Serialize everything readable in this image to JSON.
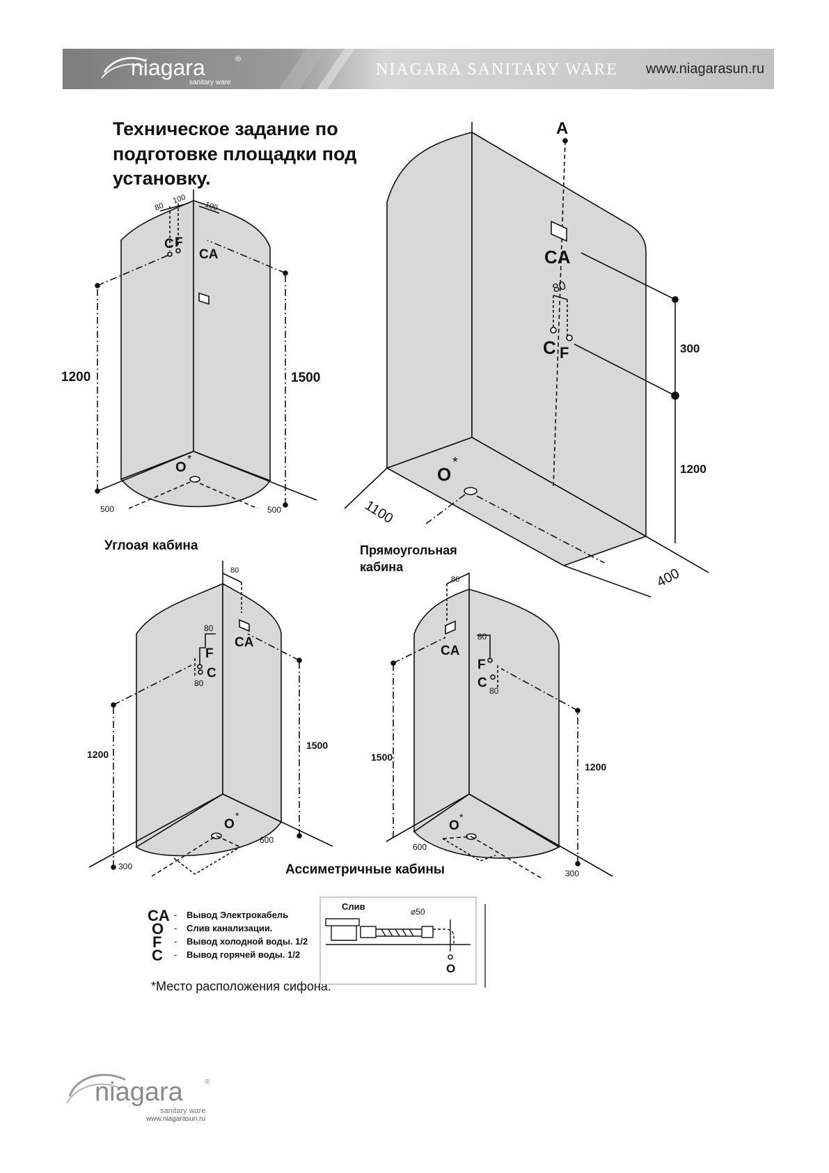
{
  "header": {
    "brand": "niagara",
    "brand_registered": "®",
    "brand_tagline": "sanitary ware",
    "company": "NIAGARA SANITARY WARE",
    "website": "www.niagarasun.ru"
  },
  "title": {
    "line1": "Техническое задание по",
    "line2": "подготовке площадки под",
    "line3": "установку."
  },
  "corner_cabin": {
    "caption": "Углоая кабина",
    "top_dims": [
      "80",
      "100",
      "100"
    ],
    "label_c": "C",
    "label_f": "F",
    "label_ca": "CA",
    "label_o": "O",
    "star": "*",
    "dim_left": "1200",
    "dim_right": "1500",
    "base_left": "500",
    "base_right": "500"
  },
  "rect_cabin": {
    "caption_line1": "Прямоугольная",
    "caption_line2": "кабина",
    "label_a": "A",
    "label_ca": "CA",
    "dim_80": "80",
    "label_c": "C",
    "label_f": "F",
    "dim_300": "300",
    "dim_1200": "1200",
    "label_o": "O",
    "star": "*",
    "dim_1100": "1100",
    "dim_400": "400"
  },
  "asym_left": {
    "dim_top": "80",
    "dim_80a": "80",
    "label_ca": "CA",
    "label_f": "F",
    "label_c": "C",
    "dim_80b": "80",
    "dim_left": "1200",
    "dim_right": "1500",
    "label_o": "O",
    "star": "*",
    "base_left": "300",
    "base_right": "600"
  },
  "asym_right": {
    "dim_top": "80",
    "label_ca": "CA",
    "dim_80a": "80",
    "label_f": "F",
    "label_c": "C",
    "dim_80b": "80",
    "dim_left": "1500",
    "dim_right": "1200",
    "label_o": "O",
    "star": "*",
    "base_left": "600",
    "base_right": "300"
  },
  "asym_caption": "Ассиметричные кабины",
  "legend": {
    "items": [
      {
        "code": "CA",
        "dash": "-",
        "text": "Вывод Электрокабель"
      },
      {
        "code": "O",
        "dash": "-",
        "text": "Слив канализации."
      },
      {
        "code": "F",
        "dash": "-",
        "text": "Вывод холодной воды. 1/2"
      },
      {
        "code": "C",
        "dash": "-",
        "text": "Вывод горячей воды.    1/2"
      }
    ],
    "footnote": "*Место расположения сифона."
  },
  "drain": {
    "title": "Слив",
    "diameter": "⌀50",
    "label_o": "O"
  },
  "footer": {
    "brand": "niagara",
    "brand_registered": "®",
    "tagline": "sanitary ware",
    "website": "www.niagarasun.ru"
  },
  "colors": {
    "panel_fill": "#d8d8d8",
    "line": "#111111",
    "header_dark": "#6a6a6a",
    "header_light": "#c4c4c4"
  }
}
